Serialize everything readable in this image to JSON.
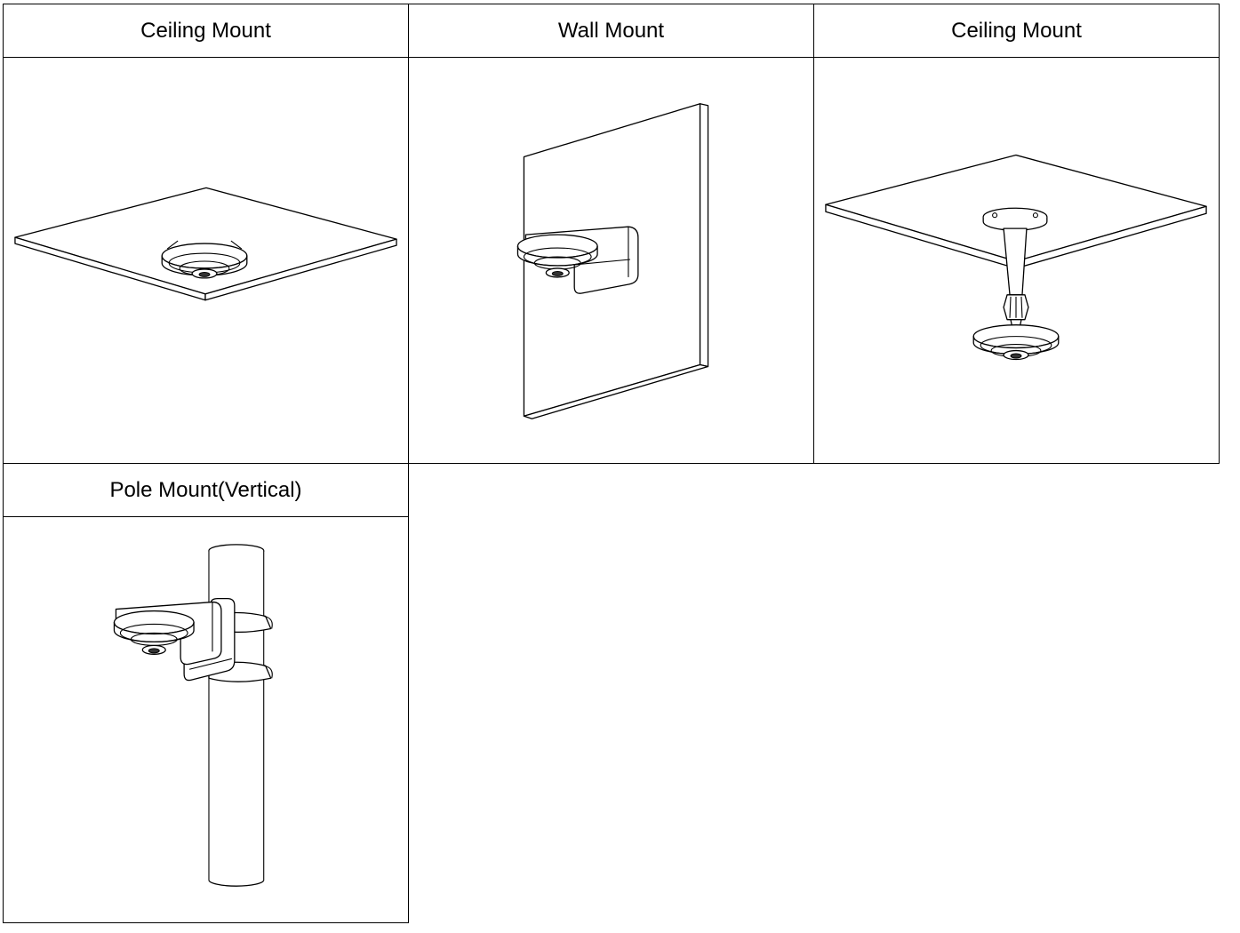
{
  "mounts": [
    {
      "title": "Ceiling Mount"
    },
    {
      "title": "Wall Mount"
    },
    {
      "title": "Ceiling Mount"
    },
    {
      "title": "Pole Mount(Vertical)"
    }
  ]
}
